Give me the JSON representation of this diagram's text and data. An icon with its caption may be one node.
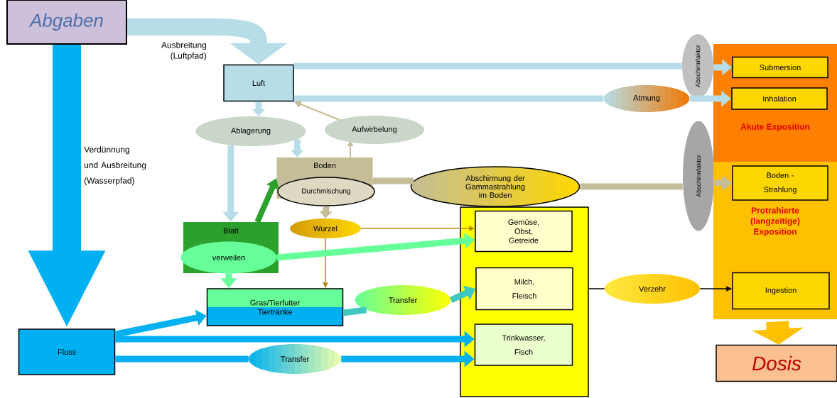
{
  "diagram": {
    "nodes": [
      {
        "text": [
          "Abgaben"
        ]
      },
      {
        "text": [
          "Luft"
        ]
      },
      {
        "text": [
          "Ablagerung"
        ]
      },
      {
        "text": [
          "Aufwirbelung"
        ]
      },
      {
        "text": [
          "Boden"
        ]
      },
      {
        "text": [
          "Durchmischung"
        ]
      },
      {
        "text": [
          "Abschirmung der Gammastrahlung im Boden"
        ]
      },
      {
        "text": [
          "Wurzel"
        ]
      },
      {
        "text": [
          "Blatt"
        ]
      },
      {
        "text": [
          "verweilen"
        ],
        "in": 8
      },
      {
        "text": [
          "Gras/Tierfutter",
          "Tiertränke"
        ]
      },
      {
        "text": [
          "Fluss"
        ]
      },
      {
        "text": [
          "Transfer"
        ]
      },
      {
        "text": [
          "Transfer"
        ]
      },
      {
        "text": [],
        "shape": "box"
      },
      {
        "text": [
          "Gemüse, Obst, Getreide"
        ],
        "in": 14
      },
      {
        "text": [
          "Milch, Fleisch"
        ],
        "in": 14
      },
      {
        "text": [
          "Trinkwasser, Fisch"
        ],
        "in": 14
      },
      {
        "text": [
          "Verzehr"
        ]
      },
      {
        "text": [
          "Atmung"
        ]
      },
      {
        "text": [
          "Abschirmfaktor"
        ]
      },
      {
        "text": [
          "Abschirmfaktor"
        ]
      },
      {
        "text": [
          "Akute Exposition"
        ]
      },
      {
        "text": [
          "Submersion"
        ],
        "in": 22
      },
      {
        "text": [
          "Inhalation"
        ],
        "in": 22
      },
      {
        "text": [
          "Protrahierte (langzeitige) Exposition"
        ]
      },
      {
        "text": [
          "Boden - Strahlung"
        ],
        "in": 25
      },
      {
        "text": [
          "Ingestion"
        ],
        "in": 25
      },
      {
        "text": [
          "Dosis"
        ]
      }
    ],
    "edges": [
      {
        "from": 0,
        "to": 1,
        "arrow": "to",
        "label": "Ausbreitung (Luftpfad)",
        "style": "thick",
        "color": "#b7dde8"
      },
      {
        "from": 0,
        "to": 11,
        "arrow": "to",
        "label": "Verdünnung und Ausbreitung (Wasserpfad)",
        "style": "thick",
        "color": "#00b0f0"
      },
      {
        "from": 1,
        "to": 20,
        "arrow": "none",
        "color": "#b7dde8"
      },
      {
        "from": 20,
        "to": 23,
        "arrow": "to",
        "color": "#b7dde8"
      },
      {
        "from": 1,
        "to": 19,
        "arrow": "none",
        "color": "#b7dde8"
      },
      {
        "from": 19,
        "to": 24,
        "arrow": "to",
        "color": "#b7dde8"
      },
      {
        "from": 1,
        "to": 2,
        "arrow": "to",
        "color": "#b7dde8"
      },
      {
        "from": 3,
        "to": 1,
        "arrow": "to",
        "color": "#c4bd97"
      },
      {
        "from": 2,
        "to": 4,
        "arrow": "to",
        "color": "#b7dde8"
      },
      {
        "from": 4,
        "to": 3,
        "arrow": "to",
        "color": "#c4bd97"
      },
      {
        "from": 2,
        "to": 8,
        "arrow": "to",
        "color": "#b7dde8"
      },
      {
        "from": 8,
        "to": 4,
        "arrow": "to",
        "color": "#2ca02c"
      },
      {
        "from": 5,
        "to": 7,
        "arrow": "to",
        "color": "#c4bd97"
      },
      {
        "from": 4,
        "to": 6,
        "arrow": "none",
        "color": "#c4bd97"
      },
      {
        "from": 6,
        "to": 21,
        "arrow": "none",
        "color": "#c4bd97"
      },
      {
        "from": 21,
        "to": 26,
        "arrow": "to",
        "color": "#c4bd97"
      },
      {
        "from": 7,
        "to": 15,
        "arrow": "to",
        "color": "#b8860b"
      },
      {
        "from": 7,
        "to": 10,
        "arrow": "to",
        "color": "#b8860b"
      },
      {
        "from": 9,
        "to": 15,
        "arrow": "to",
        "color": "#66ff99"
      },
      {
        "from": 9,
        "to": 10,
        "arrow": "to",
        "color": "#66ff99"
      },
      {
        "from": 11,
        "to": 10,
        "arrow": "to",
        "color": "#00b0f0"
      },
      {
        "from": 10,
        "to": 13,
        "arrow": "none",
        "color": "#40c8c0"
      },
      {
        "from": 13,
        "to": 16,
        "arrow": "to",
        "color": "#40c8c0"
      },
      {
        "from": 11,
        "to": 17,
        "arrow": "to",
        "color": "#00b0f0"
      },
      {
        "from": 11,
        "to": 12,
        "arrow": "none",
        "color": "#00b0f0"
      },
      {
        "from": 12,
        "to": 17,
        "arrow": "to",
        "color": "#00b0f0"
      },
      {
        "from": 14,
        "to": 18,
        "arrow": "none",
        "color": "#000000"
      },
      {
        "from": 18,
        "to": 27,
        "arrow": "to",
        "color": "#000000"
      },
      {
        "from": 25,
        "to": 28,
        "arrow": "to",
        "style": "thick",
        "color": "#ffc000"
      }
    ]
  }
}
